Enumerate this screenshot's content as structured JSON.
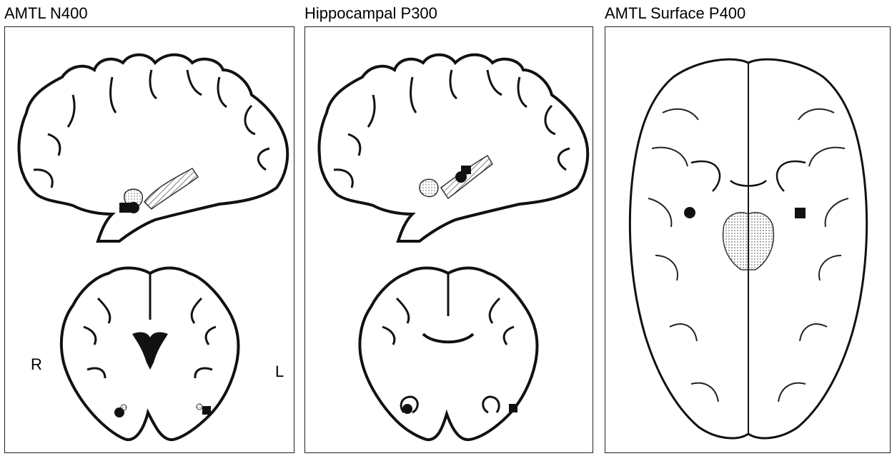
{
  "panels": [
    {
      "title": "AMTL N400"
    },
    {
      "title": "Hippocampal P300"
    },
    {
      "title": "AMTL Surface P400"
    }
  ],
  "side_labels": {
    "right": "R",
    "left": "L"
  },
  "colors": {
    "outline": "#111111",
    "marker": "#111111",
    "ventricle": "#111111",
    "stipple": "#bdbdbd"
  }
}
